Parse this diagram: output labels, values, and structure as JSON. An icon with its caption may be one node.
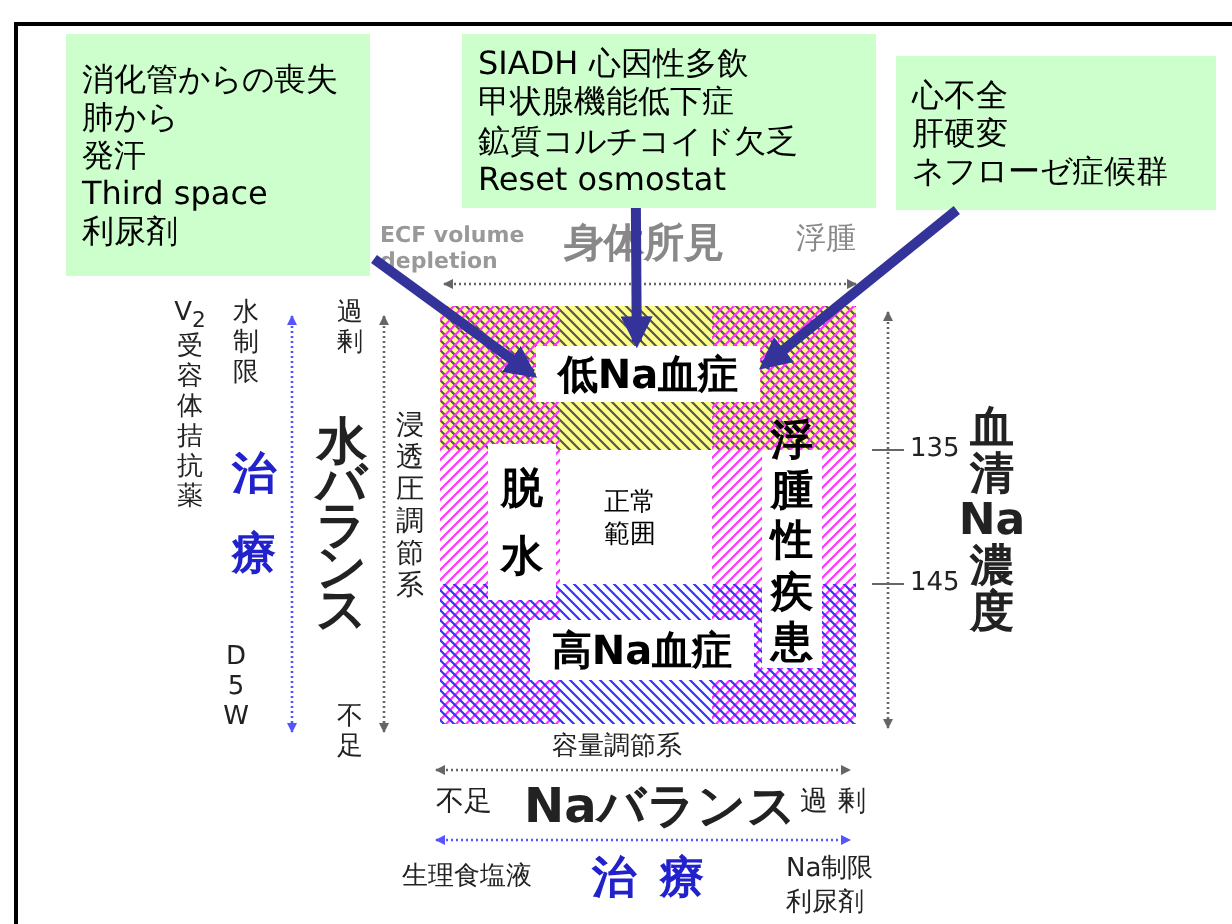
{
  "diagram": {
    "nodes": [
      {
        "text": [
          "消化管からの喪失",
          "肺から",
          "発汗",
          "Third space",
          "利尿剤"
        ]
      },
      {
        "text": [
          "SIADH 心因性多飲",
          "甲状腺機能低下症",
          "鉱質コルチコイド欠乏",
          "Reset osmostat"
        ]
      },
      {
        "text": [
          "心不全",
          "肝硬変",
          "ネフローゼ症候群"
        ]
      },
      {
        "text": [
          "低Na血症"
        ]
      },
      {
        "text": [
          "脱水"
        ]
      },
      {
        "text": [
          "正常範囲"
        ]
      },
      {
        "text": [
          "浮腫性疾患"
        ]
      },
      {
        "text": [
          "高Na血症"
        ]
      }
    ],
    "edges": [
      {
        "from": 0,
        "to": 3,
        "arrow": "to"
      },
      {
        "from": 1,
        "to": 3,
        "arrow": "to"
      },
      {
        "from": 2,
        "to": 3,
        "arrow": "to"
      }
    ],
    "labels": [
      "ECF volume depletion",
      "身体所見",
      "浮腫",
      "V$_{2}$受容体拮抗薬",
      "水制限",
      "過剰",
      "治療",
      "水バランス",
      "浸透圧調節系",
      "135",
      "血清Na濃度",
      "145",
      "D5W",
      "不足",
      "容量調節系",
      "不足",
      "Naバランス",
      "過剰",
      "生理食塩液",
      "治療",
      "Na制限",
      "利尿剤"
    ]
  }
}
